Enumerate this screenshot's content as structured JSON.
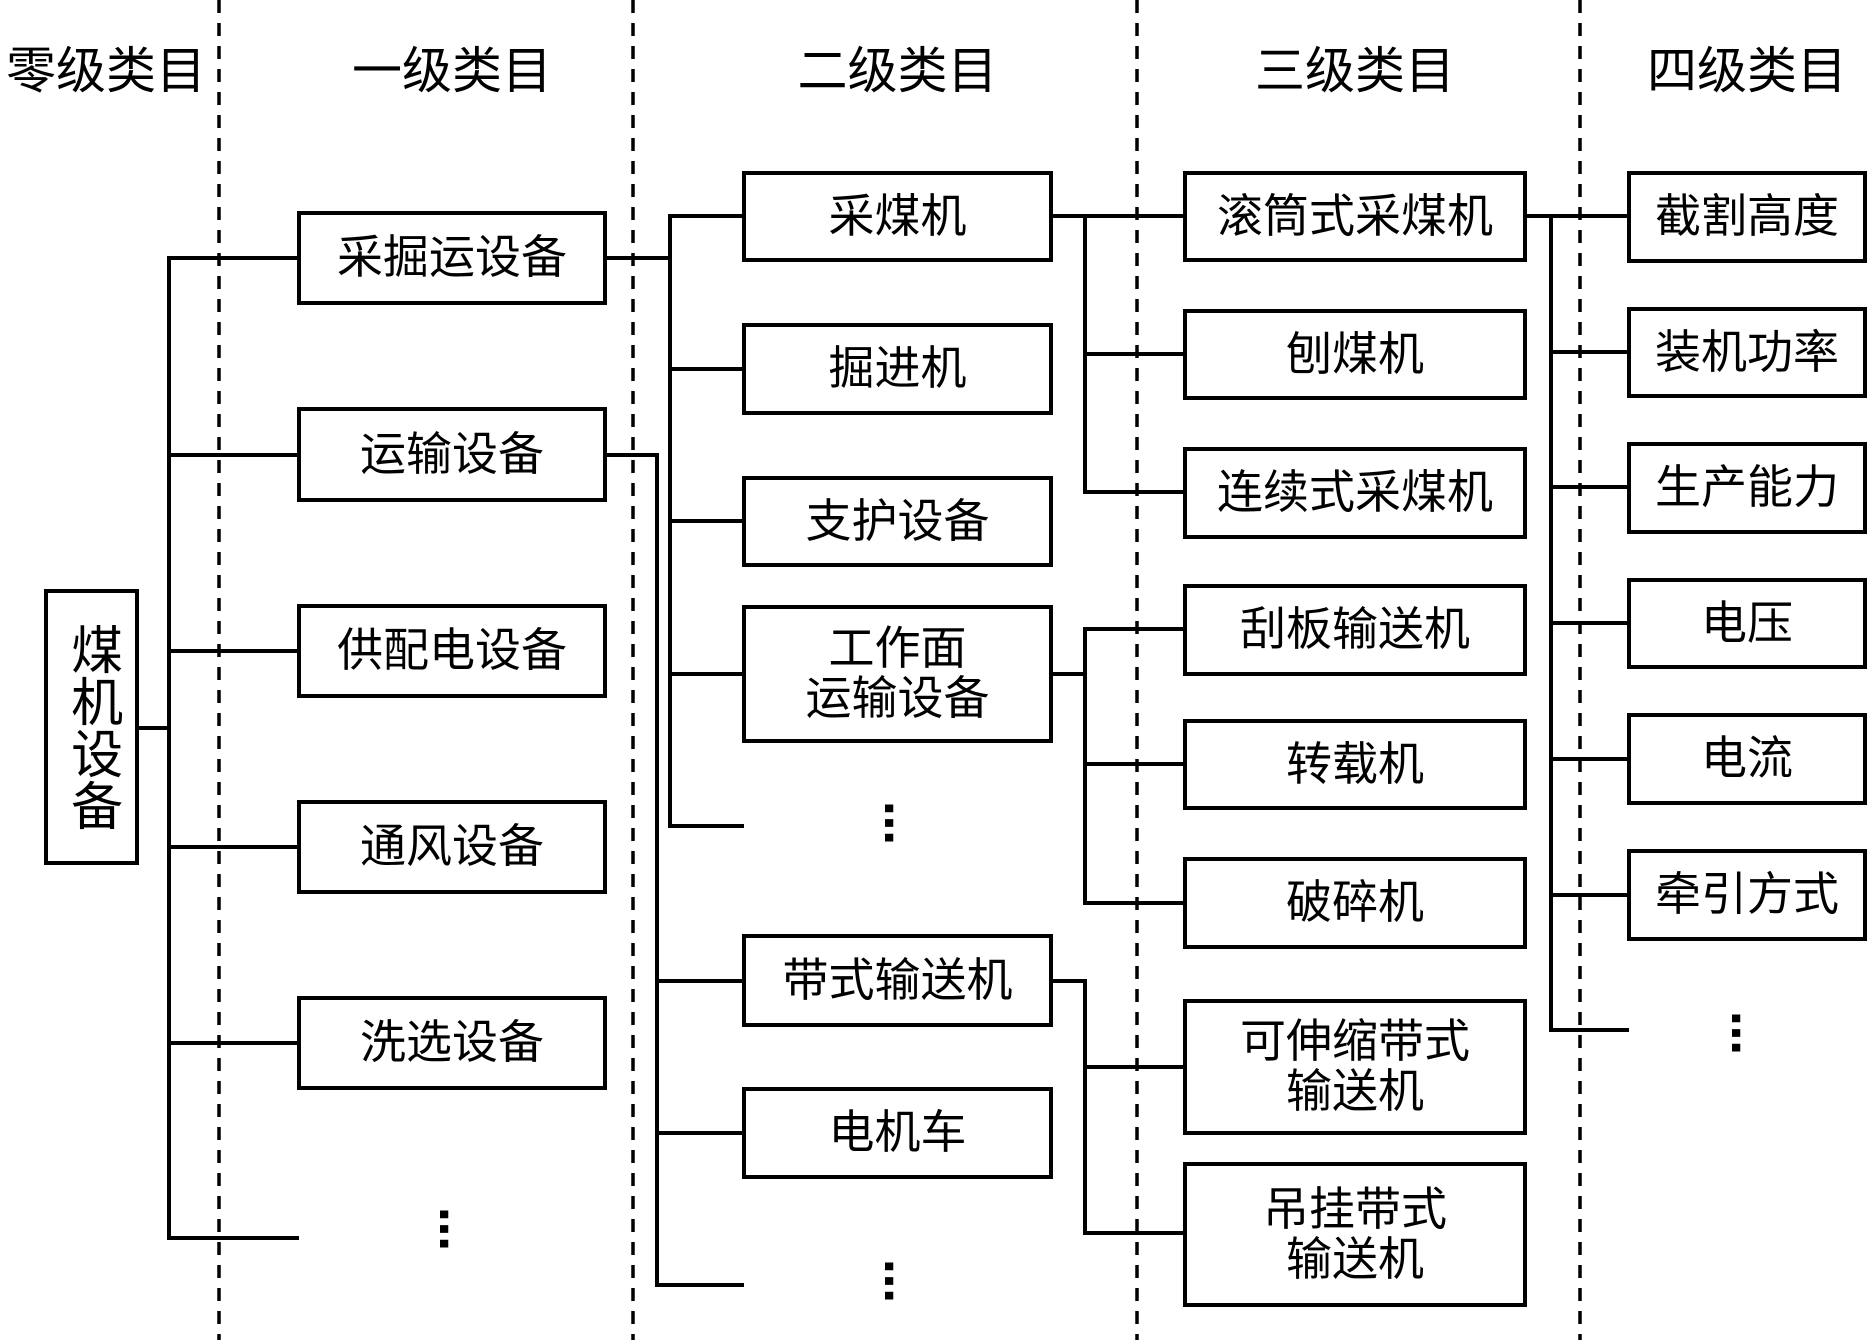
{
  "headers": [
    "零级类目",
    "一级类目",
    "二级类目",
    "三级类目",
    "四级类目"
  ],
  "level0": "煤机设备",
  "level1": [
    "采掘运设备",
    "运输设备",
    "供配电设备",
    "通风设备",
    "洗选设备"
  ],
  "level2": {
    "mining": [
      "采煤机",
      "掘进机",
      "支护设备",
      "工作面\n运输设备"
    ],
    "transport": [
      "带式输送机",
      "电机车"
    ]
  },
  "level3": {
    "shearer": [
      "滚筒式采煤机",
      "刨煤机",
      "连续式采煤机"
    ],
    "face_conveyor": [
      "刮板输送机",
      "转载机",
      "破碎机"
    ],
    "belt": [
      "可伸缩带式\n输送机",
      "吊挂带式\n输送机"
    ]
  },
  "level4": [
    "截割高度",
    "装机功率",
    "生产能力",
    "电压",
    "电流",
    "牵引方式"
  ],
  "ellipsis": "…"
}
